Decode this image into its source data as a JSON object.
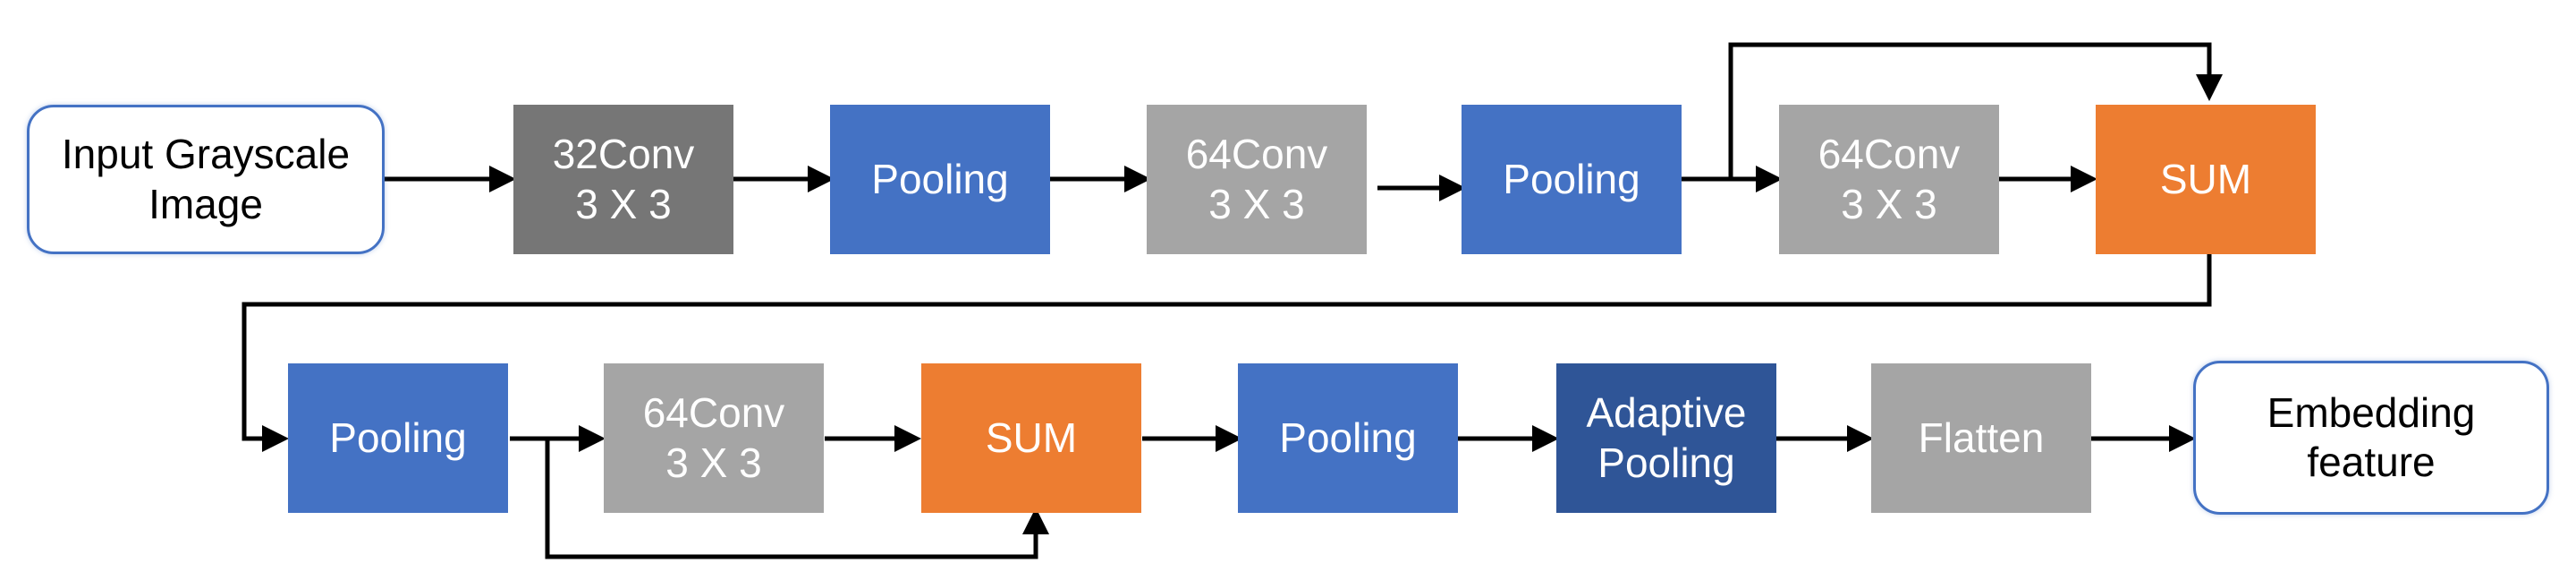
{
  "colors": {
    "conv_dark": "#767676",
    "conv_light": "#a5a5a5",
    "pooling": "#4472c4",
    "adaptive_pooling": "#2f5597",
    "sum": "#ed7d31",
    "io_border": "#4472c4",
    "arrow": "#000000"
  },
  "nodes": {
    "input": {
      "line1": "Input Grayscale",
      "line2": "Image"
    },
    "conv1": {
      "line1": "32Conv",
      "line2": "3 X 3"
    },
    "pool1": {
      "line1": "Pooling"
    },
    "conv2": {
      "line1": "64Conv",
      "line2": "3 X 3"
    },
    "pool2": {
      "line1": "Pooling"
    },
    "conv3": {
      "line1": "64Conv",
      "line2": "3 X 3"
    },
    "sum1": {
      "line1": "SUM"
    },
    "pool3": {
      "line1": "Pooling"
    },
    "conv4": {
      "line1": "64Conv",
      "line2": "3 X 3"
    },
    "sum2": {
      "line1": "SUM"
    },
    "pool4": {
      "line1": "Pooling"
    },
    "adaptive": {
      "line1": "Adaptive",
      "line2": "Pooling"
    },
    "flatten": {
      "line1": "Flatten"
    },
    "output": {
      "line1": "Embedding",
      "line2": "feature"
    }
  }
}
